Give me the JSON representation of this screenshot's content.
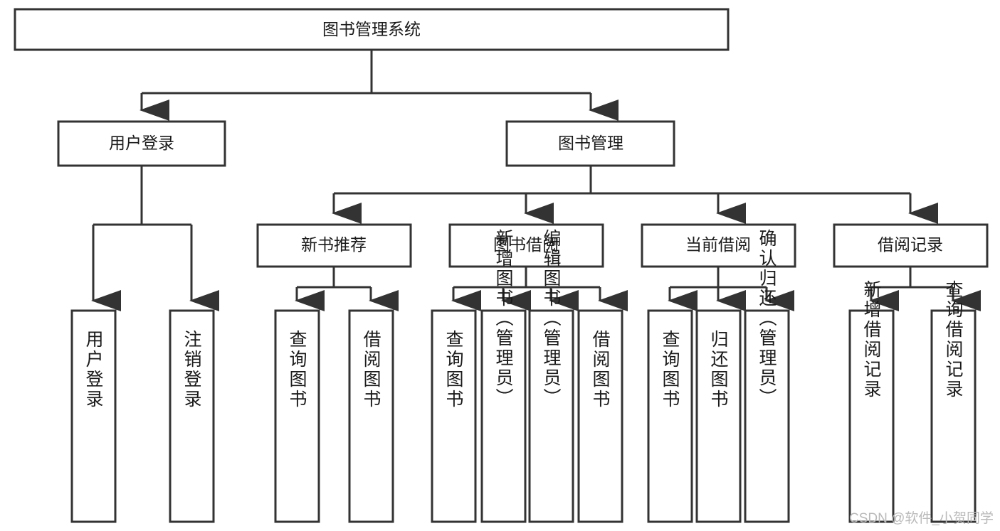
{
  "diagram": {
    "title": "图书管理系统",
    "root": {
      "id": "root",
      "label": "图书管理系统",
      "orientation": "horizontal"
    },
    "level1": [
      {
        "id": "user-login",
        "label": "用户登录",
        "orientation": "horizontal"
      },
      {
        "id": "book-manage",
        "label": "图书管理",
        "orientation": "horizontal"
      }
    ],
    "level2": [
      {
        "id": "new-book-recommend",
        "label": "新书推荐",
        "orientation": "horizontal"
      },
      {
        "id": "book-borrow",
        "label": "图书借阅",
        "orientation": "horizontal"
      },
      {
        "id": "current-borrow",
        "label": "当前借阅",
        "orientation": "horizontal"
      },
      {
        "id": "borrow-record",
        "label": "借阅记录",
        "orientation": "horizontal"
      }
    ],
    "leaves": {
      "user-login": [
        {
          "id": "leaf-user-login",
          "label": "用户登录",
          "orientation": "vertical"
        },
        {
          "id": "leaf-user-logout",
          "label": "注销登录",
          "orientation": "vertical"
        }
      ],
      "new-book-recommend": [
        {
          "id": "leaf-query-book-1",
          "label": "查询图书",
          "orientation": "vertical"
        },
        {
          "id": "leaf-borrow-book-1",
          "label": "借阅图书",
          "orientation": "vertical"
        }
      ],
      "book-borrow": [
        {
          "id": "leaf-query-book-2",
          "label": "查询图书",
          "orientation": "vertical"
        },
        {
          "id": "leaf-add-book",
          "label": "新增图书（管理员）",
          "orientation": "vertical"
        },
        {
          "id": "leaf-edit-book",
          "label": "编辑图书（管理员）",
          "orientation": "vertical"
        },
        {
          "id": "leaf-borrow-book-2",
          "label": "借阅图书",
          "orientation": "vertical"
        }
      ],
      "current-borrow": [
        {
          "id": "leaf-query-book-3",
          "label": "查询图书",
          "orientation": "vertical"
        },
        {
          "id": "leaf-return-book",
          "label": "归还图书",
          "orientation": "vertical"
        },
        {
          "id": "leaf-confirm-return",
          "label": "确认归还（管理员）",
          "orientation": "vertical"
        }
      ],
      "borrow-record": [
        {
          "id": "leaf-add-record",
          "label": "新增借阅记录",
          "orientation": "vertical"
        },
        {
          "id": "leaf-query-record",
          "label": "查询借阅记录",
          "orientation": "vertical"
        }
      ]
    },
    "colors": {
      "stroke": "#333333",
      "fill": "#ffffff",
      "text": "#1a1a1a",
      "watermark": "#b9b9b9"
    }
  },
  "watermark": {
    "text": "CSDN @软件_小贺同学"
  }
}
